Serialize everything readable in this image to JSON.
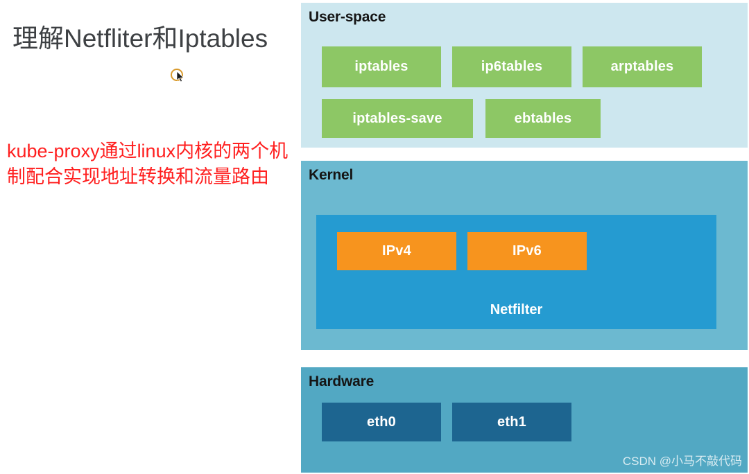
{
  "notes": {
    "title": "理解Netfliter和Iptables",
    "annotation": "kube-proxy通过linux内核的两个机制配合实现地址转换和流量路由",
    "cursor_icon": "mouse-cursor-highlight"
  },
  "diagram": {
    "layers": [
      {
        "name": "user-space",
        "title": "User-space",
        "background": "#cde7ef",
        "nodes": [
          {
            "id": "iptables",
            "label": "iptables",
            "color": "#8dc765"
          },
          {
            "id": "ip6tables",
            "label": "ip6tables",
            "color": "#8dc765"
          },
          {
            "id": "arptables",
            "label": "arptables",
            "color": "#8dc765"
          },
          {
            "id": "iptables-save",
            "label": "iptables-save",
            "color": "#8dc765"
          },
          {
            "id": "ebtables",
            "label": "ebtables",
            "color": "#8dc765"
          }
        ]
      },
      {
        "name": "kernel",
        "title": "Kernel",
        "background": "#6cb9d0",
        "container": {
          "label": "Netfilter",
          "color": "#259bd1",
          "nodes": [
            {
              "id": "ipv4",
              "label": "IPv4",
              "color": "#f7941e"
            },
            {
              "id": "ipv6",
              "label": "IPv6",
              "color": "#f7941e"
            }
          ]
        }
      },
      {
        "name": "hardware",
        "title": "Hardware",
        "background": "#52a8c3",
        "nodes": [
          {
            "id": "eth0",
            "label": "eth0",
            "color": "#1d6590"
          },
          {
            "id": "eth1",
            "label": "eth1",
            "color": "#1d6590"
          }
        ]
      }
    ],
    "watermark": "CSDN @小马不敲代码"
  },
  "colors": {
    "accent_green": "#8dc765",
    "accent_orange": "#f7941e",
    "netfilter_blue": "#259bd1",
    "kernel_teal": "#6cb9d0",
    "hardware_teal": "#52a8c3",
    "userspace_blue": "#cde7ef",
    "hardware_node_blue": "#1d6590",
    "annotation_red": "#ff1f1f",
    "title_gray": "#3d4043"
  }
}
